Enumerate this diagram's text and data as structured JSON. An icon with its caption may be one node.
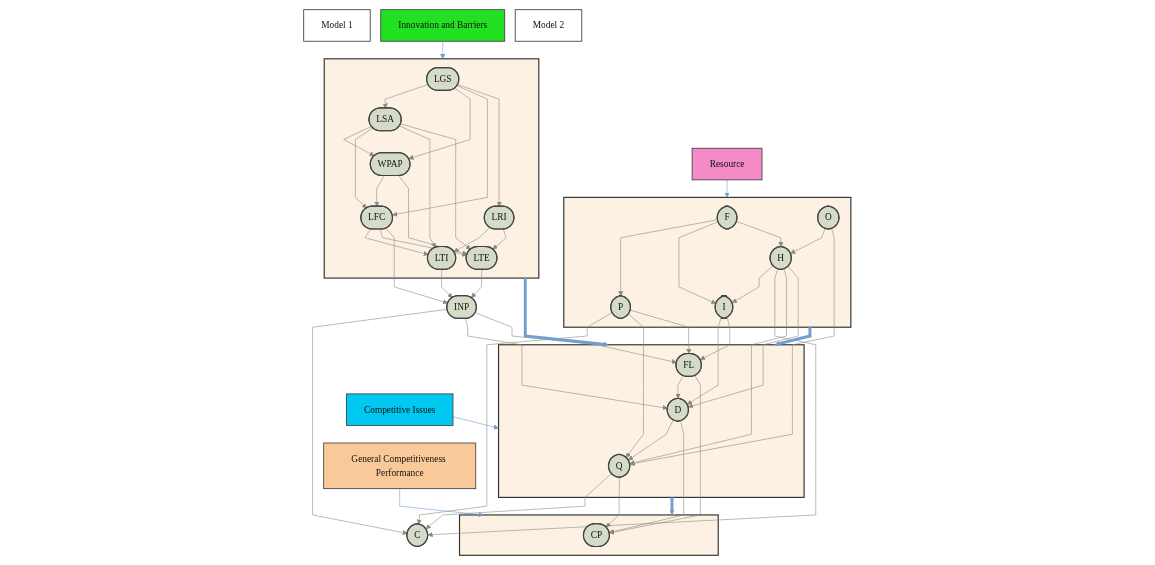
{
  "diagram": {
    "nodes": [
      {
        "text": [
          "Model 1"
        ]
      },
      {
        "text": [
          "Resource"
        ]
      },
      {
        "text": [],
        "shape": "box"
      },
      {
        "text": [
          "F"
        ],
        "in": 2
      },
      {
        "text": [
          "O"
        ],
        "in": 2
      },
      {
        "text": [
          "P"
        ],
        "in": 2
      },
      {
        "text": [
          "I"
        ],
        "in": 2
      },
      {
        "text": [
          "H"
        ],
        "in": 2
      },
      {
        "text": [],
        "shape": "box"
      },
      {
        "text": [
          "LGS"
        ],
        "in": 8
      },
      {
        "text": [
          "LSA"
        ],
        "in": 8
      },
      {
        "text": [
          "WPAP"
        ],
        "in": 8
      },
      {
        "text": [
          "LFC"
        ],
        "in": 8
      },
      {
        "text": [
          "LRI"
        ],
        "in": 8
      },
      {
        "text": [
          "LTI"
        ],
        "in": 8
      },
      {
        "text": [
          "LTE"
        ],
        "in": 8
      },
      {
        "text": [
          "INP"
        ]
      },
      {
        "text": [
          "Innovation and Barriers"
        ]
      },
      {
        "text": [
          "C"
        ]
      },
      {
        "text": [],
        "shape": "box"
      },
      {
        "text": [
          "Q"
        ],
        "in": 19
      },
      {
        "text": [
          "D"
        ],
        "in": 19
      },
      {
        "text": [
          "FL"
        ],
        "in": 19
      },
      {
        "text": [
          "Competitive Issues"
        ]
      },
      {
        "text": [
          "Model 2"
        ]
      },
      {
        "text": [
          "CP"
        ],
        "in": 26
      },
      {
        "text": [],
        "shape": "box"
      },
      {
        "text": [
          "General Competitiveness Performance"
        ]
      }
    ],
    "edges": [
      {
        "from": 1,
        "to": 2,
        "arrow": "to",
        "color": "#6f9fd0"
      },
      {
        "from": 17,
        "to": 8,
        "arrow": "to",
        "color": "#6f9fd0"
      },
      {
        "from": 23,
        "to": 19,
        "arrow": "to",
        "color": "#6f9fd0"
      },
      {
        "from": 27,
        "to": 26,
        "arrow": "to",
        "color": "#6f9fd0"
      },
      {
        "from": 2,
        "to": 19,
        "arrow": "to",
        "style": "thick",
        "color": "#6f9fd0"
      },
      {
        "from": 8,
        "to": 19,
        "arrow": "to",
        "style": "thick",
        "color": "#6f9fd0"
      },
      {
        "from": 19,
        "to": 26,
        "arrow": "to",
        "style": "thick",
        "color": "#6f9fd0"
      },
      {
        "from": 3,
        "to": 5,
        "arrow": "to"
      },
      {
        "from": 3,
        "to": 6,
        "arrow": "to"
      },
      {
        "from": 3,
        "to": 7,
        "arrow": "to"
      },
      {
        "from": 4,
        "to": 7,
        "arrow": "to"
      },
      {
        "from": 7,
        "to": 6,
        "arrow": "to"
      },
      {
        "from": 9,
        "to": 10,
        "arrow": "to"
      },
      {
        "from": 9,
        "to": 11,
        "arrow": "to"
      },
      {
        "from": 9,
        "to": 12,
        "arrow": "to"
      },
      {
        "from": 9,
        "to": 13,
        "arrow": "to"
      },
      {
        "from": 10,
        "to": 11,
        "arrow": "to"
      },
      {
        "from": 10,
        "to": 12,
        "arrow": "to"
      },
      {
        "from": 10,
        "to": 14,
        "arrow": "to"
      },
      {
        "from": 10,
        "to": 15,
        "arrow": "to"
      },
      {
        "from": 11,
        "to": 12,
        "arrow": "to"
      },
      {
        "from": 11,
        "to": 15,
        "arrow": "to"
      },
      {
        "from": 12,
        "to": 14,
        "arrow": "to"
      },
      {
        "from": 12,
        "to": 15,
        "arrow": "to"
      },
      {
        "from": 12,
        "to": 16,
        "arrow": "to"
      },
      {
        "from": 13,
        "to": 14,
        "arrow": "to"
      },
      {
        "from": 13,
        "to": 15,
        "arrow": "to"
      },
      {
        "from": 14,
        "to": 16,
        "arrow": "to"
      },
      {
        "from": 15,
        "to": 16,
        "arrow": "to"
      },
      {
        "from": 5,
        "to": 18,
        "arrow": "to"
      },
      {
        "from": 5,
        "to": 20,
        "arrow": "to"
      },
      {
        "from": 5,
        "to": 22,
        "arrow": "to"
      },
      {
        "from": 6,
        "to": 21,
        "arrow": "to"
      },
      {
        "from": 6,
        "to": 22,
        "arrow": "to"
      },
      {
        "from": 7,
        "to": 18,
        "arrow": "to"
      },
      {
        "from": 7,
        "to": 20,
        "arrow": "to"
      },
      {
        "from": 7,
        "to": 21,
        "arrow": "to"
      },
      {
        "from": 4,
        "to": 20,
        "arrow": "to"
      },
      {
        "from": 16,
        "to": 18,
        "arrow": "to"
      },
      {
        "from": 16,
        "to": 21,
        "arrow": "to"
      },
      {
        "from": 16,
        "to": 22,
        "arrow": "to"
      },
      {
        "from": 20,
        "to": 18,
        "arrow": "to"
      },
      {
        "from": 21,
        "to": 20,
        "arrow": "to"
      },
      {
        "from": 22,
        "to": 21,
        "arrow": "to"
      },
      {
        "from": 20,
        "to": 25,
        "arrow": "to"
      },
      {
        "from": 21,
        "to": 25,
        "arrow": "to"
      },
      {
        "from": 22,
        "to": 25,
        "arrow": "to"
      }
    ]
  }
}
